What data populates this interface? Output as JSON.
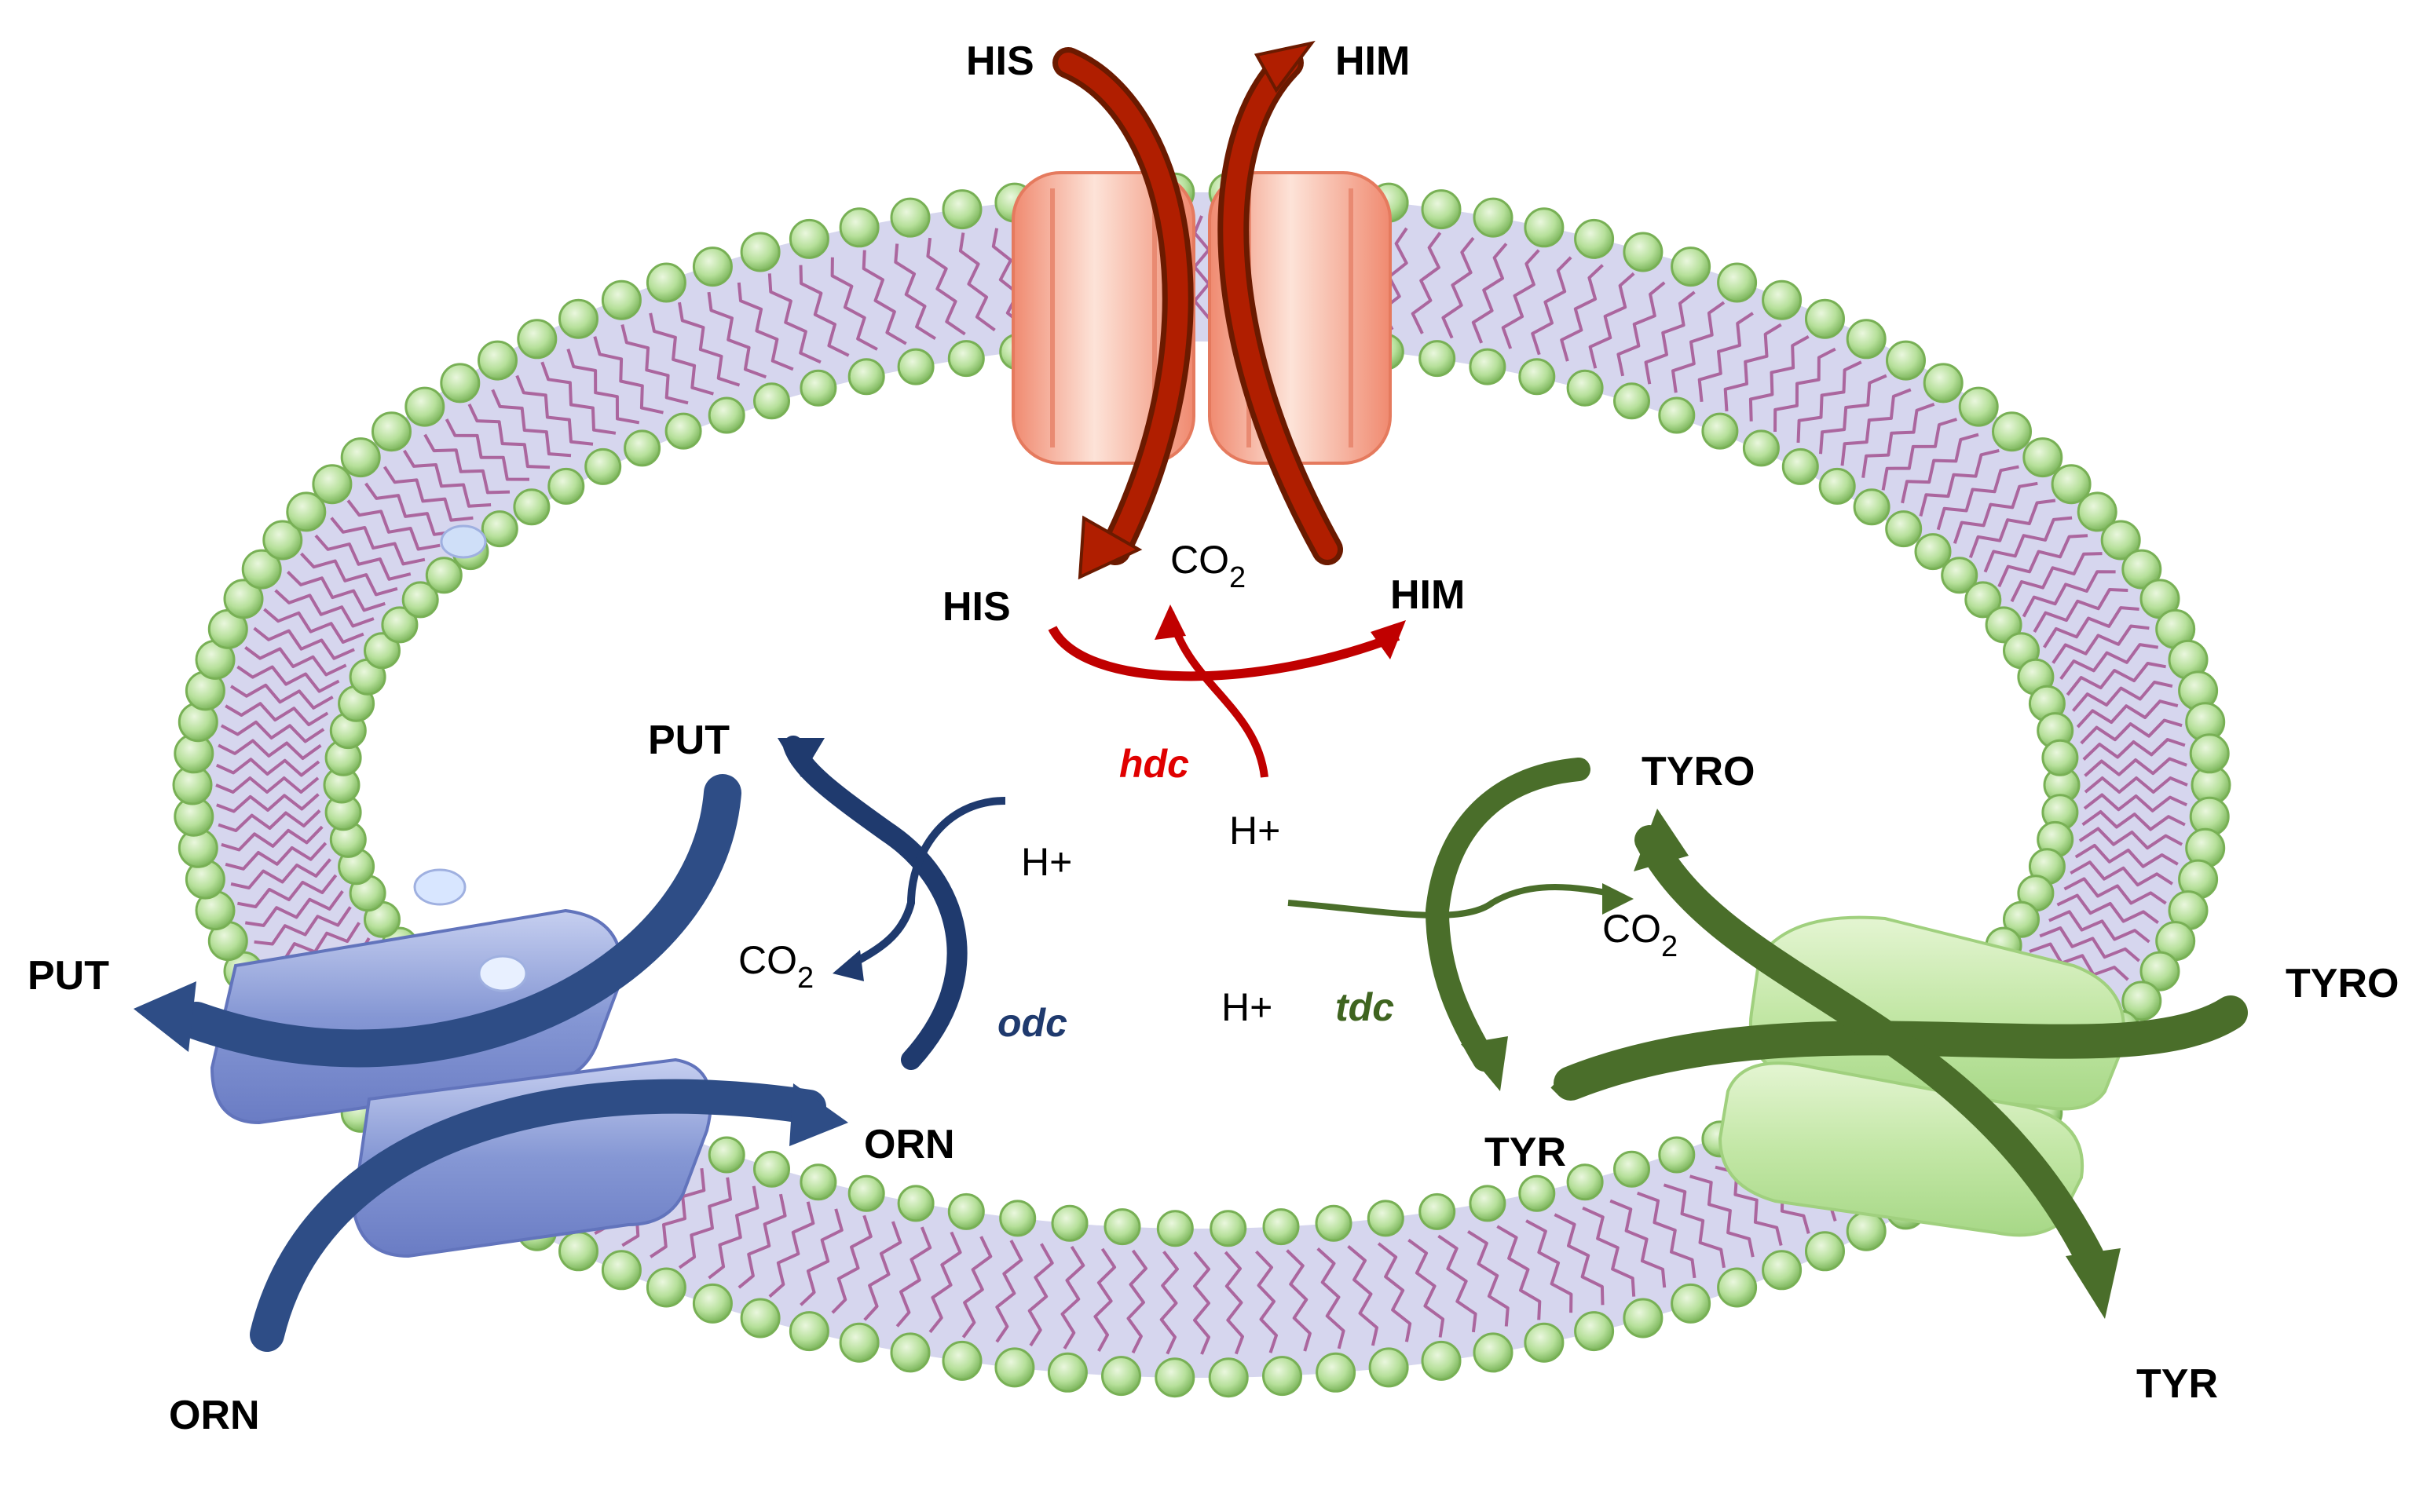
{
  "diagram": {
    "colors": {
      "histidine": "#8b2500",
      "histidine_inner": "#c00000",
      "ornithine": "#2e4d86",
      "tyrosine": "#4a6e2a",
      "membrane_head": "#a8d88a",
      "membrane_tail": "#a04a8a",
      "membrane_core": "#d6d6ee"
    },
    "hdc": {
      "outside_substrate": "HIS",
      "outside_product": "HIM",
      "inside_substrate": "HIS",
      "inside_product": "HIM",
      "co2_base": "CO",
      "co2_sub": "2",
      "proton": "H+",
      "enzyme": "hdc"
    },
    "odc": {
      "inside_product": "PUT",
      "outside_product": "PUT",
      "inside_substrate": "ORN",
      "outside_substrate": "ORN",
      "co2_base": "CO",
      "co2_sub": "2",
      "proton": "H+",
      "enzyme": "odc"
    },
    "tdc": {
      "inside_product": "TYRO",
      "outside_product": "TYRO",
      "inside_substrate": "TYR",
      "outside_substrate": "TYR",
      "co2_base": "CO",
      "co2_sub": "2",
      "proton": "H+",
      "enzyme": "tdc"
    },
    "icons": {
      "cell": "cell-membrane-icon",
      "his_transporter": "transporter-channel-icon",
      "orn_transporter": "transporter-channel-icon",
      "tyr_transporter": "transporter-channel-icon"
    }
  }
}
